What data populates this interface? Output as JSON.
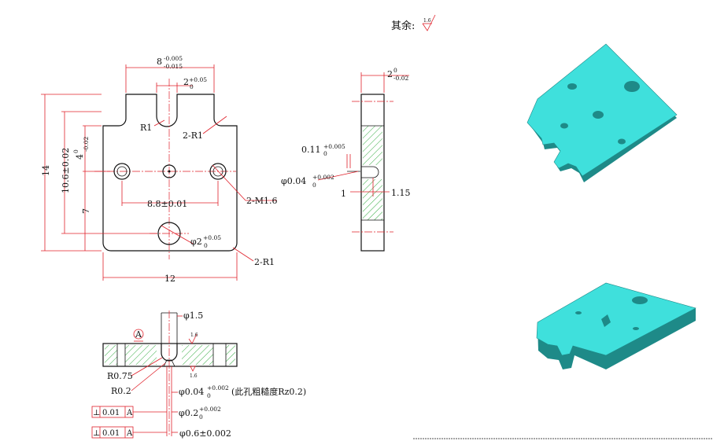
{
  "header": {
    "note": "其余:",
    "note_roughness": "1.6"
  },
  "front_view": {
    "dim_top_width": "8",
    "dim_top_width_upper": "-0.005",
    "dim_top_width_lower": "-0.015",
    "dim_slot": "2",
    "dim_slot_lower": "0",
    "dim_slot_upper": "+0.05",
    "label_r1": "R1",
    "label_2r1_top": "2-R1",
    "dim_height": "14",
    "dim_10_6": "10.6±0.02",
    "dim_4": "4",
    "dim_4_upper": "0",
    "dim_4_lower": "-0.02",
    "dim_7": "7",
    "dim_8_8": "8.8±0.01",
    "label_m1_6": "2-M1.6",
    "dim_hole_phi": "φ2",
    "dim_hole_lower": "0",
    "dim_hole_upper": "+0.05",
    "label_2r1_bottom": "2-R1",
    "dim_width": "12"
  },
  "side_view": {
    "dim_thick": "2",
    "dim_thick_upper": "0",
    "dim_thick_lower": "-0.02",
    "dim_0_11": "0.11",
    "dim_0_11_lower": "0",
    "dim_0_11_upper": "+0.005",
    "dim_phi004": "φ0.04",
    "dim_phi004_lower": "0",
    "dim_phi004_upper": "+0.002",
    "dim_1": "1",
    "dim_1_15": "1.15"
  },
  "section_view": {
    "label_a": "A",
    "rough_1": "1.6",
    "rough_2": "1.6",
    "dim_phi1_5": "φ1.5",
    "label_r075": "R0.75",
    "label_r02": "R0.2",
    "dim_phi004": "φ0.04",
    "dim_phi004_lower": "0",
    "dim_phi004_upper": "+0.002",
    "note_rz": "(此孔粗糙度Rz0.2)",
    "tol1_sym": "⊥",
    "tol1_val": "0.01",
    "tol1_ref": "A",
    "dim_phi02": "φ0.2",
    "dim_phi02_lower": "0",
    "dim_phi02_upper": "+0.002",
    "tol2_sym": "⊥",
    "tol2_val": "0.01",
    "tol2_ref": "A",
    "dim_phi06": "φ0.6±0.002"
  },
  "colors": {
    "dimension_red": "#e0202a",
    "hatch_green": "#2faa3c",
    "model_cyan": "#3fe0dc",
    "model_edge": "#1e8a88"
  }
}
